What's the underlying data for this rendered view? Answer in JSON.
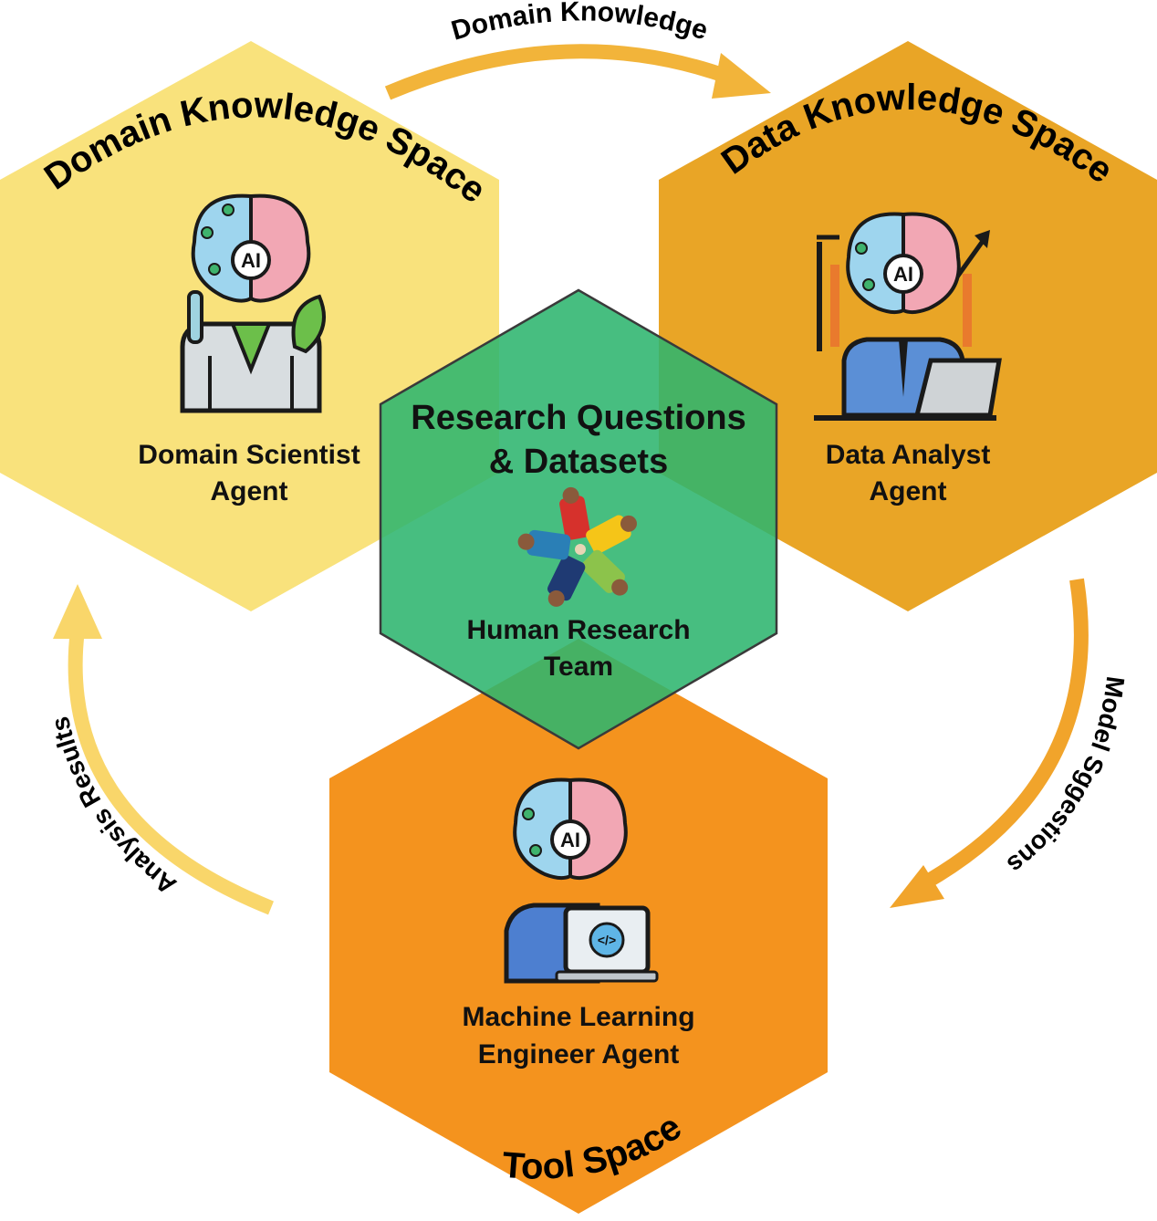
{
  "colors": {
    "domain_hex": "#F9E27C",
    "data_hex": "#E9A526",
    "tool_hex": "#F4931E",
    "center_hex": "#2DB56E",
    "arrow_top": "#F2B43A",
    "arrow_left": "#F9D66A",
    "arrow_right": "#F1A42B"
  },
  "spaces": {
    "domain": {
      "title": "Domain Knowledge Space",
      "agent_line1": "Domain Scientist",
      "agent_line2": "Agent"
    },
    "data": {
      "title": "Data Knowledge Space",
      "agent_line1": "Data Analyst",
      "agent_line2": "Agent"
    },
    "tool": {
      "title": "Tool Space",
      "agent_line1": "Machine Learning",
      "agent_line2": "Engineer Agent"
    },
    "center": {
      "title_line1": "Research Questions",
      "title_line2": "& Datasets",
      "team_line1": "Human Research",
      "team_line2": "Team"
    }
  },
  "arrows": {
    "top": "Domain Knowledge",
    "right": "Model Sggestions",
    "left": "Analysis Results"
  },
  "icons": {
    "brain": "ai-brain-icon",
    "scientist": "scientist-icon",
    "analyst": "data-analyst-icon",
    "engineer": "ml-engineer-icon",
    "team": "human-team-icon"
  },
  "ai_badge": "AI"
}
